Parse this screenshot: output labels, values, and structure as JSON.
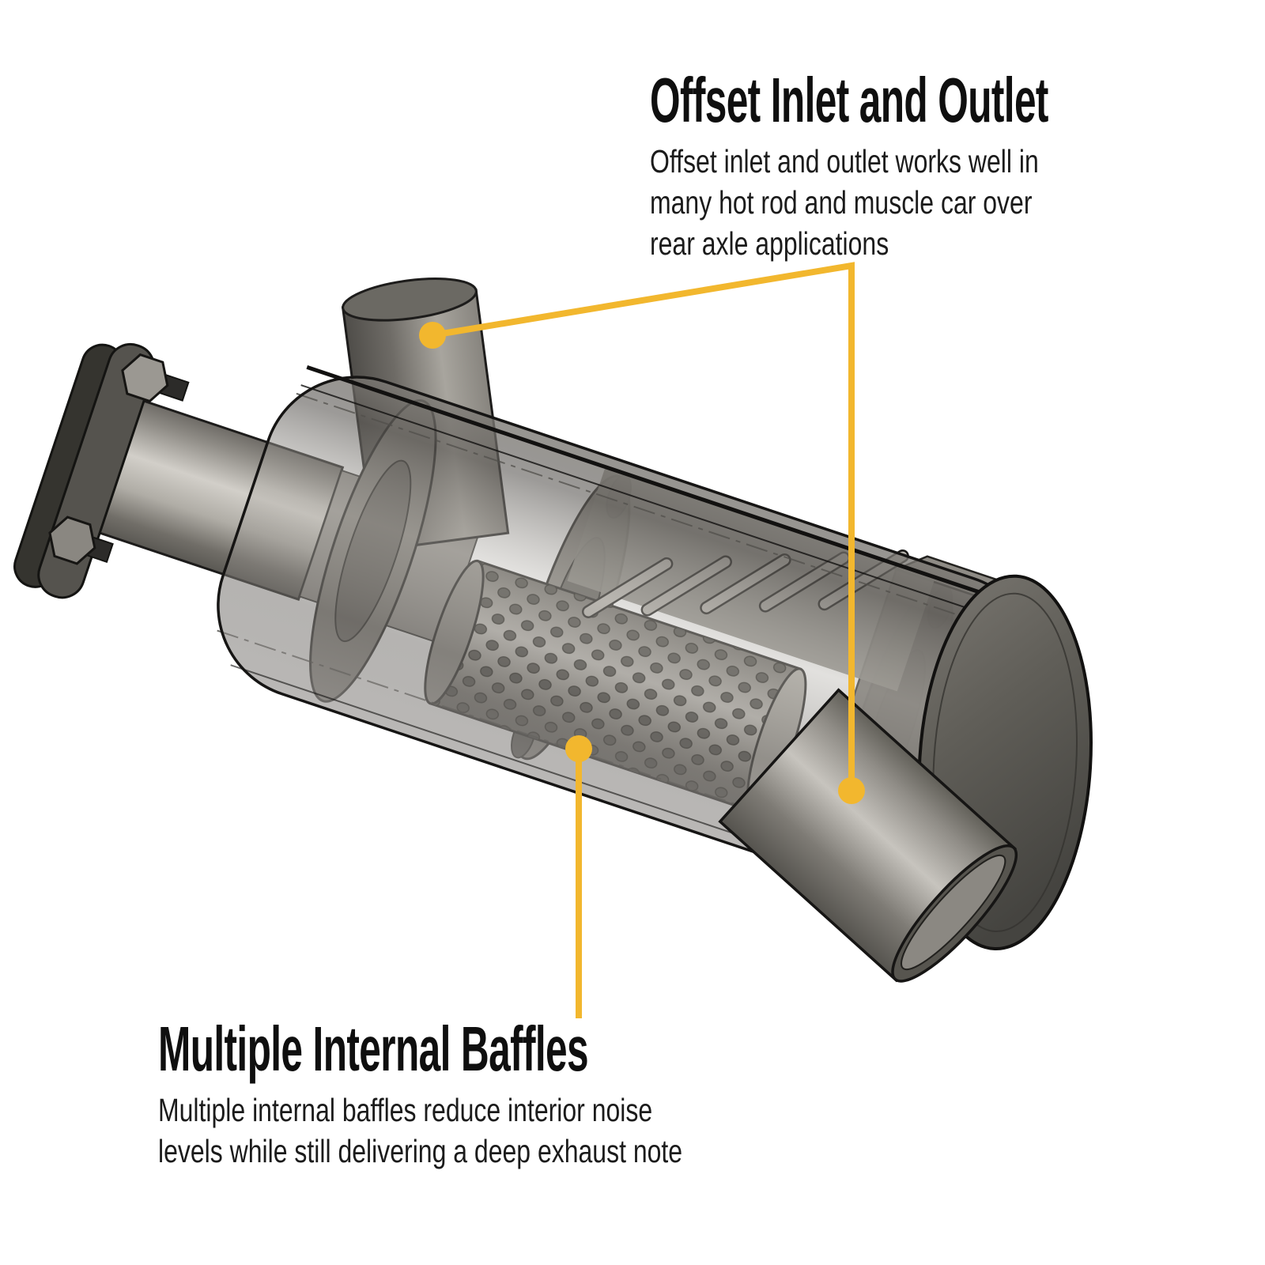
{
  "colors": {
    "accent": "#F2B72E",
    "heading_text": "#0f0f0f",
    "body_text": "#1b1b1b",
    "background": "#ffffff",
    "metal_dark": "#4d4b46",
    "metal_mid": "#8f8c86",
    "metal_light": "#d2cfc9"
  },
  "annotations": {
    "offset_inlet_outlet": {
      "title": "Offset Inlet and Outlet",
      "lines": [
        "Offset inlet and outlet works well in",
        "many hot rod and muscle car over",
        "rear axle applications"
      ]
    },
    "multiple_internal_baffles": {
      "title": "Multiple Internal Baffles",
      "lines": [
        "Multiple internal baffles reduce interior noise",
        "levels while still delivering a deep exhaust note"
      ]
    }
  }
}
